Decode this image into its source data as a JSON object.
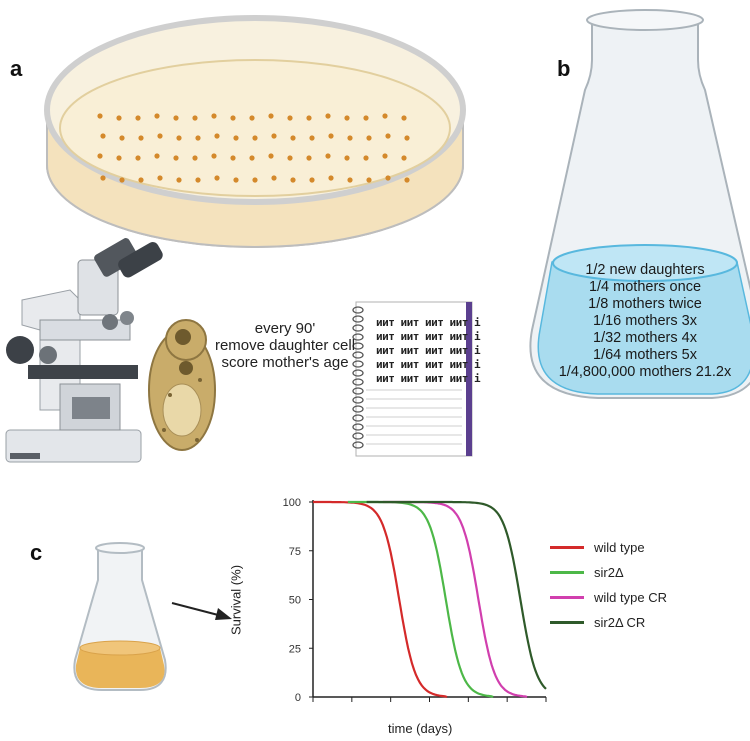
{
  "panels": {
    "a": {
      "label": "a",
      "procedure": [
        "every 90'",
        "remove daughter cell",
        "score mother's age"
      ],
      "notebook_rows": [
        "иит иит иит иит i",
        "иит иит иит иит i",
        "иит иит иит иит i",
        "иит иит иит иит i",
        "иит иит иит иит i"
      ]
    },
    "b": {
      "label": "b",
      "fractions": [
        "1/2 new daughters",
        "1/4 mothers once",
        "1/8 mothers twice",
        "1/16 mothers 3x",
        "1/32 mothers 4x",
        "1/64 mothers 5x",
        "1/4,800,000 mothers 21.2x"
      ]
    },
    "c": {
      "label": "c"
    }
  },
  "chart_data": {
    "type": "line",
    "xlabel": "time (days)",
    "ylabel": "Survival (%)",
    "ylim": [
      0,
      100
    ],
    "yticks": [
      "0",
      "25",
      "50",
      "75",
      "100"
    ],
    "x_tick_count": 6,
    "grid": false,
    "legend_position": "right",
    "series": [
      {
        "name": "wild type",
        "color": "#d42a2a",
        "start": 0.0,
        "mid": 0.37,
        "spread": 0.035
      },
      {
        "name": "sir2Δ",
        "color": "#4db848",
        "start": 0.15,
        "mid": 0.57,
        "spread": 0.035
      },
      {
        "name": "wild type CR",
        "color": "#d13fae",
        "start": 0.3,
        "mid": 0.71,
        "spread": 0.035
      },
      {
        "name": "sir2Δ CR",
        "color": "#2f5a2a",
        "start": 0.23,
        "mid": 0.89,
        "spread": 0.035
      }
    ]
  }
}
